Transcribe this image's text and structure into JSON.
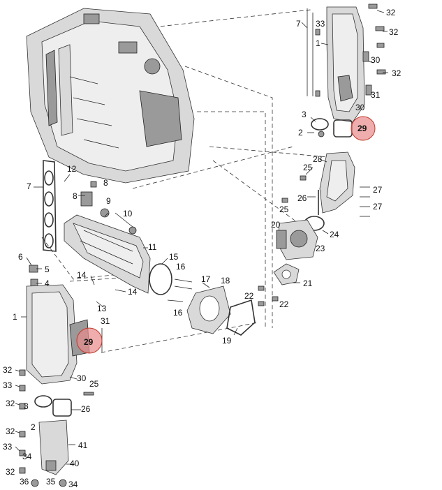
{
  "highlight_color": "#e88a8a",
  "callouts": [
    {
      "id": "c32-a",
      "text": "32"
    },
    {
      "id": "c7-a",
      "text": "7"
    },
    {
      "id": "c33-a",
      "text": "33"
    },
    {
      "id": "c32-b",
      "text": "32"
    },
    {
      "id": "c1-a",
      "text": "1"
    },
    {
      "id": "c30-a",
      "text": "30"
    },
    {
      "id": "c32-c",
      "text": "32"
    },
    {
      "id": "c31-a",
      "text": "31"
    },
    {
      "id": "c30-b",
      "text": "30"
    },
    {
      "id": "c3-a",
      "text": "3"
    },
    {
      "id": "c2-a",
      "text": "2"
    },
    {
      "id": "c29-a",
      "text": "29"
    },
    {
      "id": "c28",
      "text": "28"
    },
    {
      "id": "c25-a",
      "text": "25"
    },
    {
      "id": "c27-a",
      "text": "27"
    },
    {
      "id": "c26-a",
      "text": "26"
    },
    {
      "id": "c27-b",
      "text": "27"
    },
    {
      "id": "c25-b",
      "text": "25"
    },
    {
      "id": "c20",
      "text": "20"
    },
    {
      "id": "c24",
      "text": "24"
    },
    {
      "id": "c23",
      "text": "23"
    },
    {
      "id": "c21",
      "text": "21"
    },
    {
      "id": "c22-a",
      "text": "22"
    },
    {
      "id": "c22-b",
      "text": "22"
    },
    {
      "id": "c12",
      "text": "12"
    },
    {
      "id": "c7-b",
      "text": "7"
    },
    {
      "id": "c8-a",
      "text": "8"
    },
    {
      "id": "c8-b",
      "text": "8"
    },
    {
      "id": "c9",
      "text": "9"
    },
    {
      "id": "c10",
      "text": "10"
    },
    {
      "id": "c11",
      "text": "11"
    },
    {
      "id": "c6",
      "text": "6"
    },
    {
      "id": "c5",
      "text": "5"
    },
    {
      "id": "c4",
      "text": "4"
    },
    {
      "id": "c15",
      "text": "15"
    },
    {
      "id": "c16-a",
      "text": "16"
    },
    {
      "id": "c17",
      "text": "17"
    },
    {
      "id": "c18",
      "text": "18"
    },
    {
      "id": "c14-a",
      "text": "14"
    },
    {
      "id": "c14-b",
      "text": "14"
    },
    {
      "id": "c13",
      "text": "13"
    },
    {
      "id": "c16-b",
      "text": "16"
    },
    {
      "id": "c1-b",
      "text": "1"
    },
    {
      "id": "c31-b",
      "text": "31"
    },
    {
      "id": "c29-b",
      "text": "29"
    },
    {
      "id": "c19",
      "text": "19"
    },
    {
      "id": "c32-d",
      "text": "32"
    },
    {
      "id": "c30-c",
      "text": "30"
    },
    {
      "id": "c33-b",
      "text": "33"
    },
    {
      "id": "c25-c",
      "text": "25"
    },
    {
      "id": "c32-e",
      "text": "32"
    },
    {
      "id": "c3-b",
      "text": "3"
    },
    {
      "id": "c26-b",
      "text": "26"
    },
    {
      "id": "c2-b",
      "text": "2"
    },
    {
      "id": "c32-f",
      "text": "32"
    },
    {
      "id": "c33-c",
      "text": "33"
    },
    {
      "id": "c41",
      "text": "41"
    },
    {
      "id": "c34-a",
      "text": "34"
    },
    {
      "id": "c32-g",
      "text": "32"
    },
    {
      "id": "c40",
      "text": "40"
    },
    {
      "id": "c36",
      "text": "36"
    },
    {
      "id": "c35",
      "text": "35"
    },
    {
      "id": "c34-b",
      "text": "34"
    }
  ]
}
